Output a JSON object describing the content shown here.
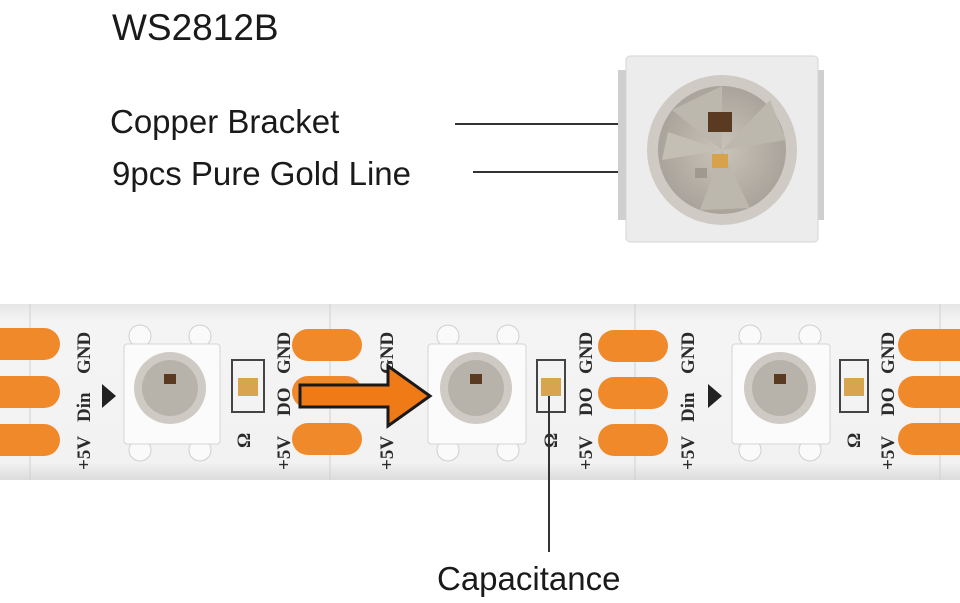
{
  "title": "WS2812B",
  "labels": {
    "copper_bracket": "Copper Bracket",
    "gold_line": "9pcs Pure Gold Line",
    "capacitance": "Capacitance"
  },
  "silkscreen": {
    "gnd": "GND",
    "din": "Din",
    "do": "DO",
    "v5": "+5V",
    "omega": "Ω"
  },
  "colors": {
    "pad": "#f0892a",
    "arrow": "#f07a16",
    "strip": "#f1f1f1",
    "text": "#1a1a1a"
  },
  "icons": [
    "direction-triangle-icon",
    "signal-arrow-icon"
  ]
}
